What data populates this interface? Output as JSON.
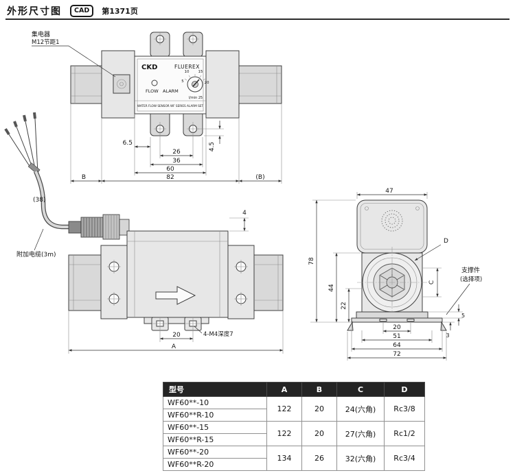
{
  "header": {
    "title": "外形尺寸图",
    "cad_label": "CAD",
    "page_ref": "第1371页"
  },
  "drawing": {
    "top_view": {
      "collector_line1": "集电器",
      "collector_line2": "M12节距1",
      "brand": "CKD",
      "product": "FLUEREX",
      "flow": "FLOW",
      "alarm": "ALARM",
      "dial": {
        "n10": "10",
        "n15": "15",
        "n5": "5",
        "n20": "20",
        "unit": "l/min 25"
      },
      "strip": "WATER FLOW SENSOR WF SERIES ALARM SET",
      "dims": {
        "d65": "6.5",
        "d26": "26",
        "d36": "36",
        "d60": "60",
        "d82": "82",
        "d45": "4.5",
        "b": "B",
        "b_ref": "(B)"
      }
    },
    "cable": {
      "label": "附加电缆(3m)",
      "bend_dim": "(38)"
    },
    "side_view": {
      "dims": {
        "d4": "4",
        "d20": "20",
        "a": "A"
      },
      "mount_note": "4-M4深度7"
    },
    "end_view": {
      "dims": {
        "d47": "47",
        "d78": "78",
        "d44": "44",
        "d22": "22",
        "c": "C",
        "d": "D",
        "d20": "20",
        "d51": "51",
        "d64": "64",
        "d72": "72",
        "d5": "5",
        "d3": "3"
      },
      "support_line1": "支撑件",
      "support_line2": "(选择项)"
    }
  },
  "table": {
    "headers": [
      "型号",
      "A",
      "B",
      "C",
      "D"
    ],
    "rows": [
      {
        "model1": "WF60**-10",
        "model2": "WF60**R-10",
        "a": "122",
        "b": "20",
        "c": "24(六角)",
        "d": "Rc3/8"
      },
      {
        "model1": "WF60**-15",
        "model2": "WF60**R-15",
        "a": "122",
        "b": "20",
        "c": "27(六角)",
        "d": "Rc1/2"
      },
      {
        "model1": "WF60**-20",
        "model2": "WF60**R-20",
        "a": "134",
        "b": "26",
        "c": "32(六角)",
        "d": "Rc3/4"
      }
    ]
  }
}
